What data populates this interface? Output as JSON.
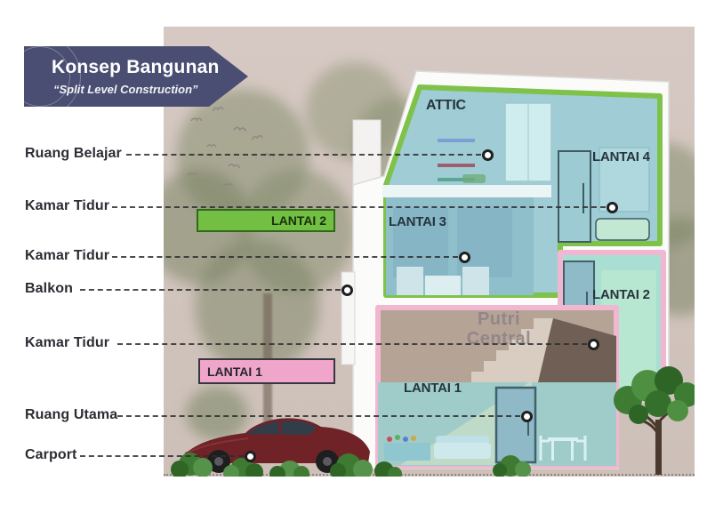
{
  "banner": {
    "title": "Konsep Bangunan",
    "subtitle": "“Split Level Construction”"
  },
  "left_labels": [
    {
      "text": "Ruang Belajar"
    },
    {
      "text": "Kamar Tidur"
    },
    {
      "text": "Kamar Tidur"
    },
    {
      "text": "Balkon"
    },
    {
      "text": "Kamar Tidur"
    },
    {
      "text": "Ruang Utama"
    },
    {
      "text": "Carport"
    }
  ],
  "floor_badges": {
    "lantai_2": "LANTAI 2",
    "lantai_1": "LANTAI 1"
  },
  "room_labels": {
    "attic": "ATTIC",
    "lantai_4": "LANTAI 4",
    "lantai_3": "LANTAI 3",
    "lantai_2": "LANTAI 2",
    "lantai_1": "LANTAI 1"
  },
  "watermark": {
    "line_1": "Putri",
    "line_2": "Central"
  },
  "colors": {
    "banner_bg": "#4a4e72",
    "badge_green": "#72bf44",
    "badge_pink": "#efa6ca",
    "outline_green": "#7ec24a",
    "outline_pink": "#f2b7d0",
    "interior_teal": "#a0ccd5",
    "backdrop_beige": "#d1c4bd",
    "car_maroon": "#6f2327"
  }
}
